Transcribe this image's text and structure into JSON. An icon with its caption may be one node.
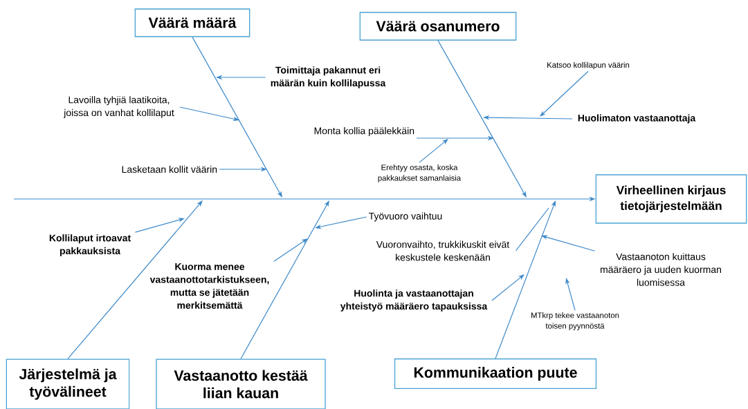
{
  "diagram": {
    "nodes": [
      {
        "text": [
          "Väärä määrä"
        ]
      },
      {
        "text": [
          "Väärä osanumero"
        ]
      },
      {
        "text": [
          "Toimittaja pakannut eri määrän kuin kollilapussa"
        ]
      },
      {
        "text": [
          "Katsoo kollilapun väärin"
        ]
      },
      {
        "text": [
          "Lavoilla tyhjiä laatikoita, joissa on vanhat kollilaput"
        ]
      },
      {
        "text": [
          "Huolimaton vastaanottaja"
        ]
      },
      {
        "text": [
          "Monta kollia päälekkäin"
        ]
      },
      {
        "text": [
          "Lasketaan kollit väärin"
        ]
      },
      {
        "text": [
          "Erehtyy osasta, koska pakkaukset samanlaisia"
        ]
      },
      {
        "text": [
          "Virheellinen kirjaus tietojärjestelmään"
        ]
      },
      {
        "text": [
          "Kollilaput irtoavat pakkauksista"
        ]
      },
      {
        "text": [
          "Työvuoro vaihtuu"
        ]
      },
      {
        "text": [
          "Vuoronvaihto, trukkikuskit eivät keskustele keskenään"
        ]
      },
      {
        "text": [
          "Kuorma menee vastaanottotarkistukseen, mutta se jätetään merkitsemättä"
        ]
      },
      {
        "text": [
          "Vastaanoton kuittaus määräero ja uuden kuorman luomisessa"
        ]
      },
      {
        "text": [
          "Huolinta ja vastaanottajan yhteistyö määräero tapauksissa"
        ]
      },
      {
        "text": [
          "MTkrp tekee vastaanoton toisen pyynnöstä"
        ]
      },
      {
        "text": [
          "Järjestelmä ja työvälineet"
        ]
      },
      {
        "text": [
          "Vastaanotto kestää liian kauan"
        ]
      },
      {
        "text": [
          "Kommunikaation puute"
        ]
      }
    ],
    "edges": [
      {
        "from": 0,
        "to": null,
        "arrow": "to"
      },
      {
        "from": 1,
        "to": null,
        "arrow": "to"
      },
      {
        "from": 17,
        "to": null,
        "arrow": "to"
      },
      {
        "from": 18,
        "to": null,
        "arrow": "to"
      },
      {
        "from": 19,
        "to": null,
        "arrow": "to"
      },
      {
        "from": null,
        "to": 9,
        "arrow": "to"
      },
      {
        "from": 2,
        "to": null,
        "arrow": "to"
      },
      {
        "from": 3,
        "to": null,
        "arrow": "to"
      },
      {
        "from": 4,
        "to": null,
        "arrow": "to"
      },
      {
        "from": 5,
        "to": null,
        "arrow": "to"
      },
      {
        "from": 6,
        "to": null,
        "arrow": "to"
      },
      {
        "from": 7,
        "to": null,
        "arrow": "to"
      },
      {
        "from": 8,
        "to": null,
        "arrow": "to"
      },
      {
        "from": 10,
        "to": null,
        "arrow": "to"
      },
      {
        "from": 11,
        "to": null,
        "arrow": "to"
      },
      {
        "from": 12,
        "to": null,
        "arrow": "none"
      },
      {
        "from": 13,
        "to": null,
        "arrow": "to"
      },
      {
        "from": 14,
        "to": null,
        "arrow": "to"
      },
      {
        "from": 15,
        "to": null,
        "arrow": "to"
      },
      {
        "from": 16,
        "to": null,
        "arrow": "to"
      }
    ]
  }
}
